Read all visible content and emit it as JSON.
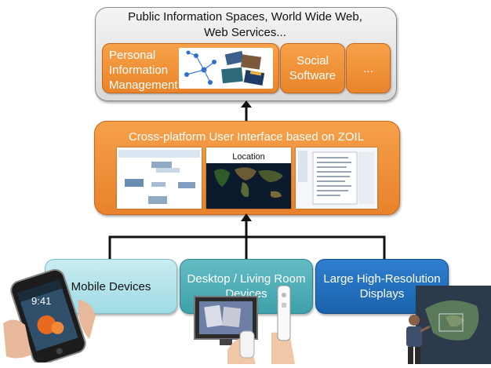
{
  "top": {
    "title_line1": "Public Information Spaces, World Wide Web,",
    "title_line2": "Web Services...",
    "pim_line1": "Personal",
    "pim_line2": "Information",
    "pim_line3": "Management",
    "social_line1": "Social",
    "social_line2": "Software",
    "more_label": "..."
  },
  "middle": {
    "title": "Cross-platform User Interface based on ZOIL",
    "location_label": "Location"
  },
  "devices": {
    "mobile": "Mobile Devices",
    "desktop_line1": "Desktop / Living Room",
    "desktop_line2": "Devices",
    "large_line1": "Large High-Resolution",
    "large_line2": "Displays"
  },
  "phone_time": "9:41",
  "colors": {
    "orange": "#f39a3f",
    "gray_box": "#e6e6e6",
    "mobile_box": "#b4e3ea",
    "desktop_box": "#4fb0b9",
    "large_box": "#236fbe"
  }
}
